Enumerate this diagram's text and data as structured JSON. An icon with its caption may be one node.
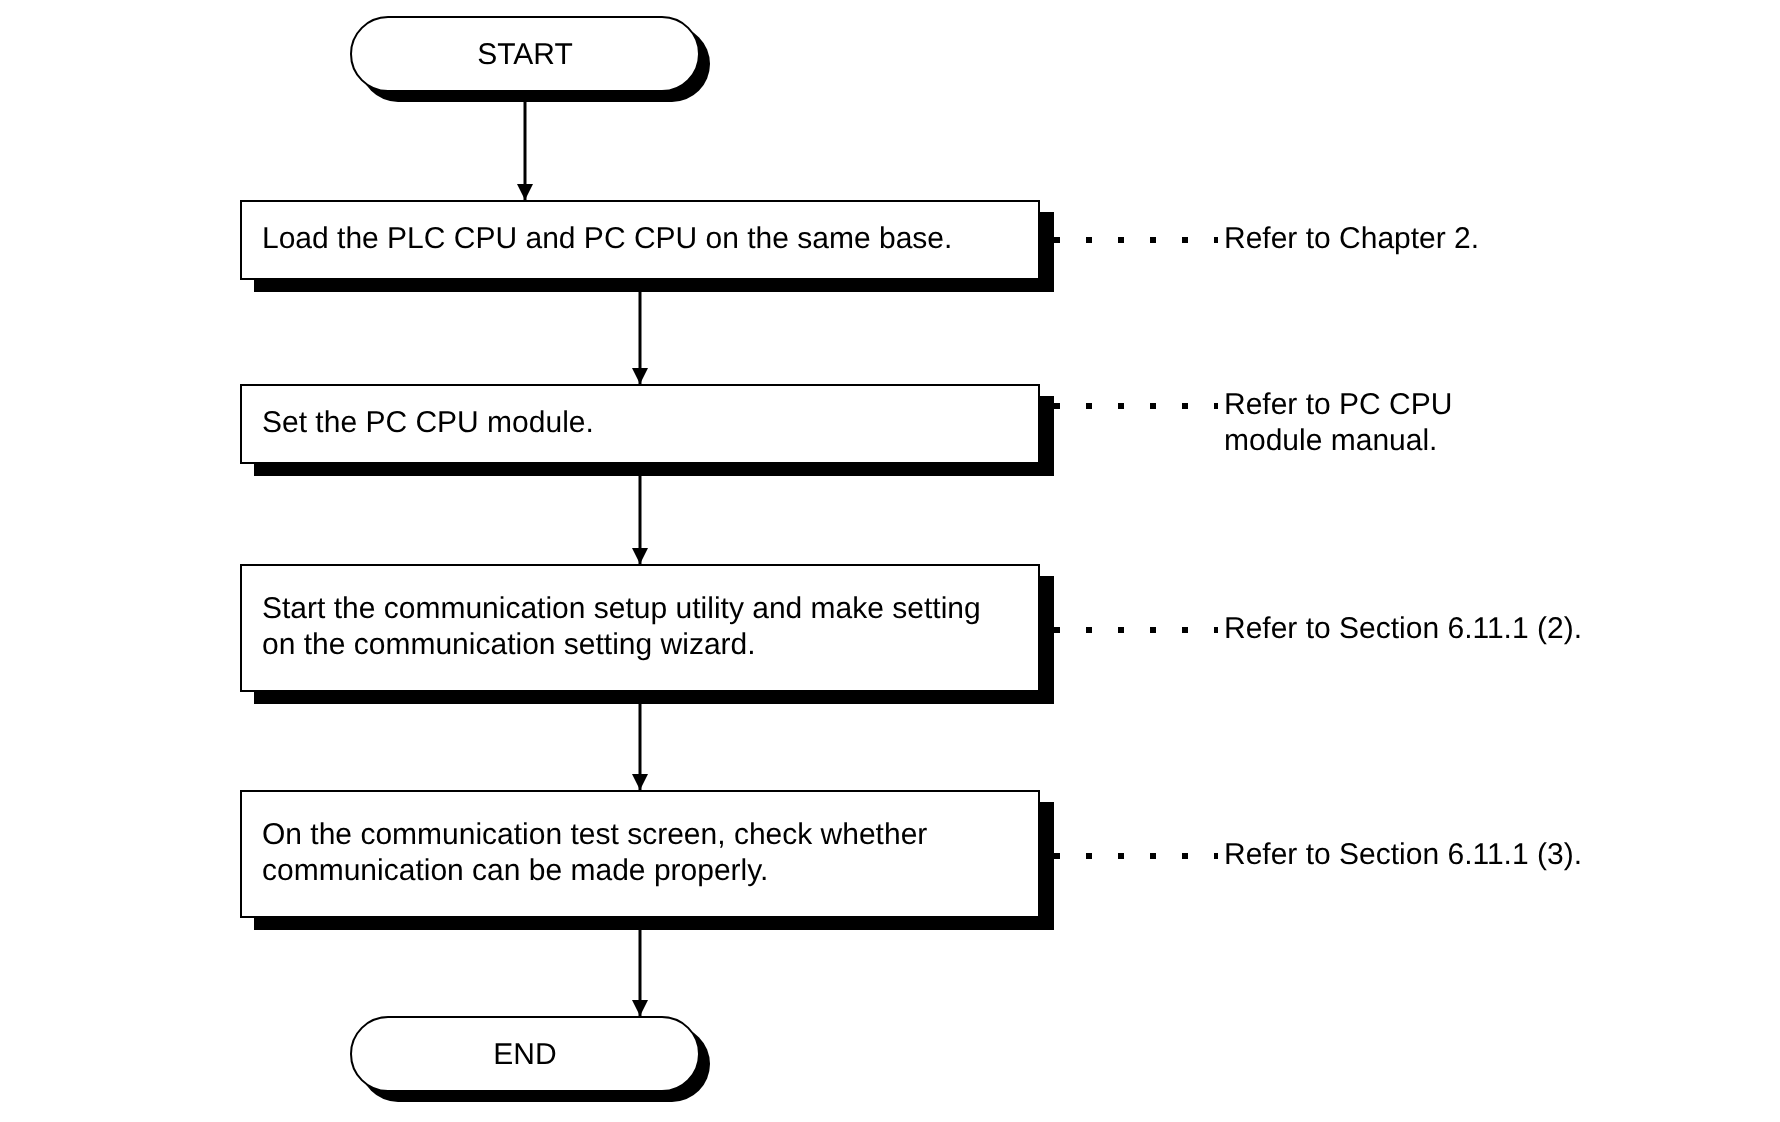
{
  "diagram": {
    "nodes": [
      {
        "text": [
          "START"
        ]
      },
      {
        "text": [
          "Load the PLC CPU and PC CPU on the same base."
        ]
      },
      {
        "text": [
          "Set the PC CPU module."
        ]
      },
      {
        "text": [
          "Start the communication setup utility and make setting on the communication setting wizard."
        ]
      },
      {
        "text": [
          "On the communication test screen, check whether communication can be made properly."
        ]
      },
      {
        "text": [
          "END"
        ]
      },
      {
        "text": [
          "Refer to Chapter 2."
        ]
      },
      {
        "text": [
          "Refer to PC CPU module manual."
        ]
      },
      {
        "text": [
          "Refer to Section 6.11.1 (2)."
        ]
      },
      {
        "text": [
          "Refer to Section 6.11.1 (3)."
        ]
      }
    ],
    "edges": [
      {
        "from": 0,
        "to": 1,
        "arrow": "to"
      },
      {
        "from": 1,
        "to": 2,
        "arrow": "to"
      },
      {
        "from": 2,
        "to": 3,
        "arrow": "to"
      },
      {
        "from": 3,
        "to": 4,
        "arrow": "to"
      },
      {
        "from": 4,
        "to": 5,
        "arrow": "to"
      },
      {
        "from": 1,
        "to": 6,
        "arrow": "none",
        "style": "dashed"
      },
      {
        "from": 2,
        "to": 7,
        "arrow": "none",
        "style": "dashed"
      },
      {
        "from": 3,
        "to": 8,
        "arrow": "none",
        "style": "dashed"
      },
      {
        "from": 4,
        "to": 9,
        "arrow": "none",
        "style": "dashed"
      }
    ]
  }
}
